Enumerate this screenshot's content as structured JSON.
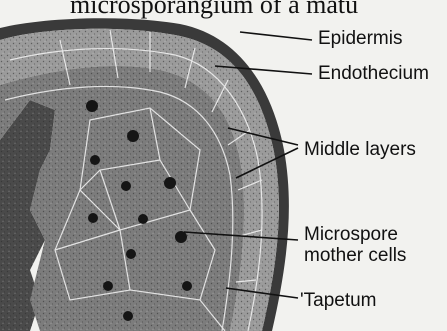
{
  "figure": {
    "caption_fragment": "microsporangium of a matu",
    "labels": {
      "epidermis": "Epidermis",
      "endothecium": "Endothecium",
      "middle_layers": "Middle layers",
      "microspore_line1": "Microspore",
      "microspore_line2": "mother cells",
      "tapetum": "'Tapetum"
    }
  },
  "colors": {
    "background": "#f2f2ef",
    "epidermis": "#3a3a3a",
    "wall": "#9b9b9b",
    "tapetum": "#6a6a6a",
    "sporogenous": "#7c7c7c",
    "outer_tissue": "#4a4a4a",
    "ink": "#111111"
  }
}
